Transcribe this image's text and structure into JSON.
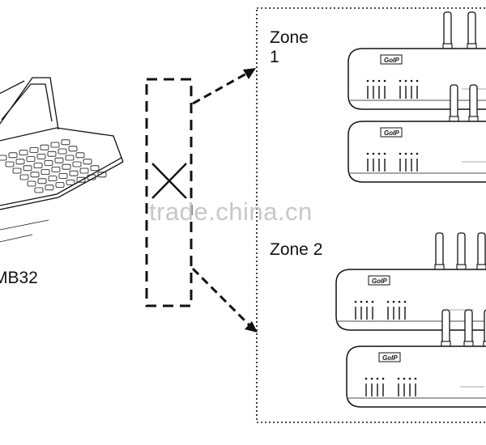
{
  "title": "",
  "nodes": [
    {
      "id": "laptop",
      "label": "MB32"
    },
    {
      "id": "router",
      "label": ""
    },
    {
      "id": "zone1",
      "label": "Zone\n1"
    },
    {
      "id": "zone2",
      "label": "Zone 2"
    }
  ],
  "edges": [
    {
      "from": "router",
      "to": "zone1"
    },
    {
      "from": "router",
      "to": "zone2"
    }
  ],
  "gateway_logo": "GoIP",
  "watermark": "trade.china.cn",
  "colors": {
    "line": "#111111",
    "watermark": "#c8c8c8",
    "background": "#ffffff"
  }
}
